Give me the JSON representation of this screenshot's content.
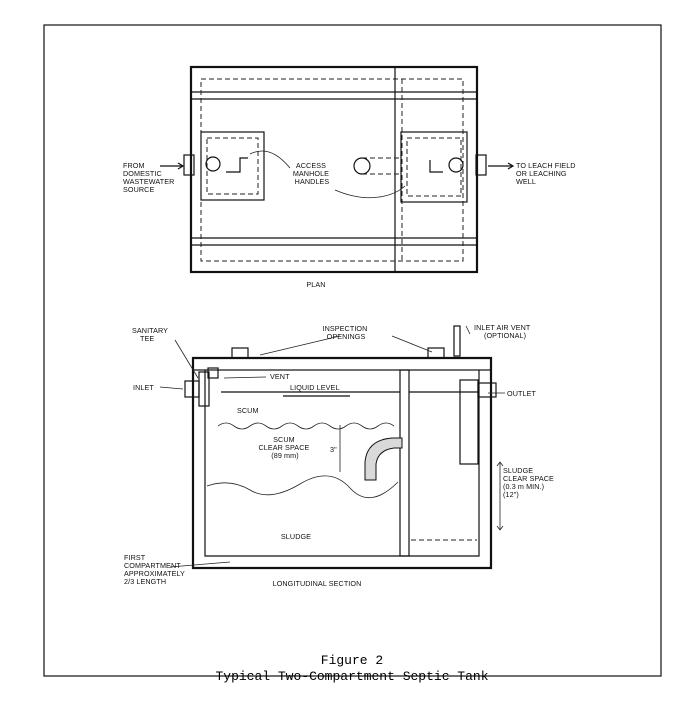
{
  "plan": {
    "label_from": [
      "FROM",
      "DOMESTIC",
      "WASTEWATER",
      "SOURCE"
    ],
    "label_handles": [
      "ACCESS",
      "MANHOLE",
      "HANDLES"
    ],
    "label_to": [
      "TO LEACH FIELD",
      "OR LEACHING",
      "WELL"
    ],
    "caption": "PLAN"
  },
  "section": {
    "sanitary_tee": [
      "SANITARY",
      "TEE"
    ],
    "inspection": [
      "INSPECTION",
      "OPENINGS"
    ],
    "air_vent": [
      "INLET AIR VENT",
      "(OPTIONAL)"
    ],
    "inlet": "INLET",
    "vent": "VENT",
    "liquid_level": "LIQUID LEVEL",
    "outlet": "OUTLET",
    "scum": "SCUM",
    "scum_clear": [
      "SCUM",
      "CLEAR SPACE",
      "(89 mm)"
    ],
    "dim_3in": "3\"",
    "sludge_clear": [
      "SLUDGE",
      "CLEAR SPACE",
      "(0.3 m  MIN.)",
      "(12\")"
    ],
    "sludge": "SLUDGE",
    "first_compartment": [
      "FIRST",
      "COMPARTMENT",
      "APPROXIMATELY",
      "2/3 LENGTH"
    ],
    "caption": "LONGITUDINAL SECTION"
  },
  "figure": {
    "number": "Figure 2",
    "title": "Typical Two-Compartment Septic Tank"
  }
}
